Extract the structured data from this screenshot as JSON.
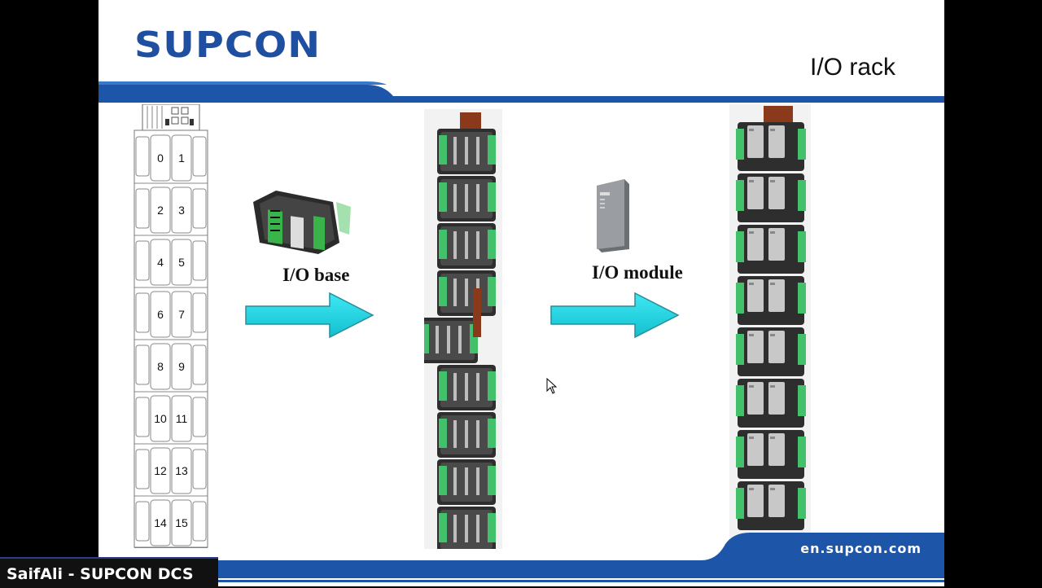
{
  "slide": {
    "logo_text": "SUPCON",
    "title": "I/O rack",
    "url": "en.supcon.com",
    "brand_color": "#1f4fa0",
    "arrow_color": "#22d8e6"
  },
  "diagram": {
    "slot_numbers": [
      "0",
      "1",
      "2",
      "3",
      "4",
      "5",
      "6",
      "7",
      "8",
      "9",
      "10",
      "11",
      "12",
      "13",
      "14",
      "15"
    ]
  },
  "labels": {
    "io_base": "I/O base",
    "io_module": "I/O module"
  },
  "channel": {
    "text": "SaifAli - SUPCON DCS"
  },
  "icons": [
    "right-arrow-icon",
    "right-arrow-icon",
    "mouse-cursor-icon"
  ]
}
